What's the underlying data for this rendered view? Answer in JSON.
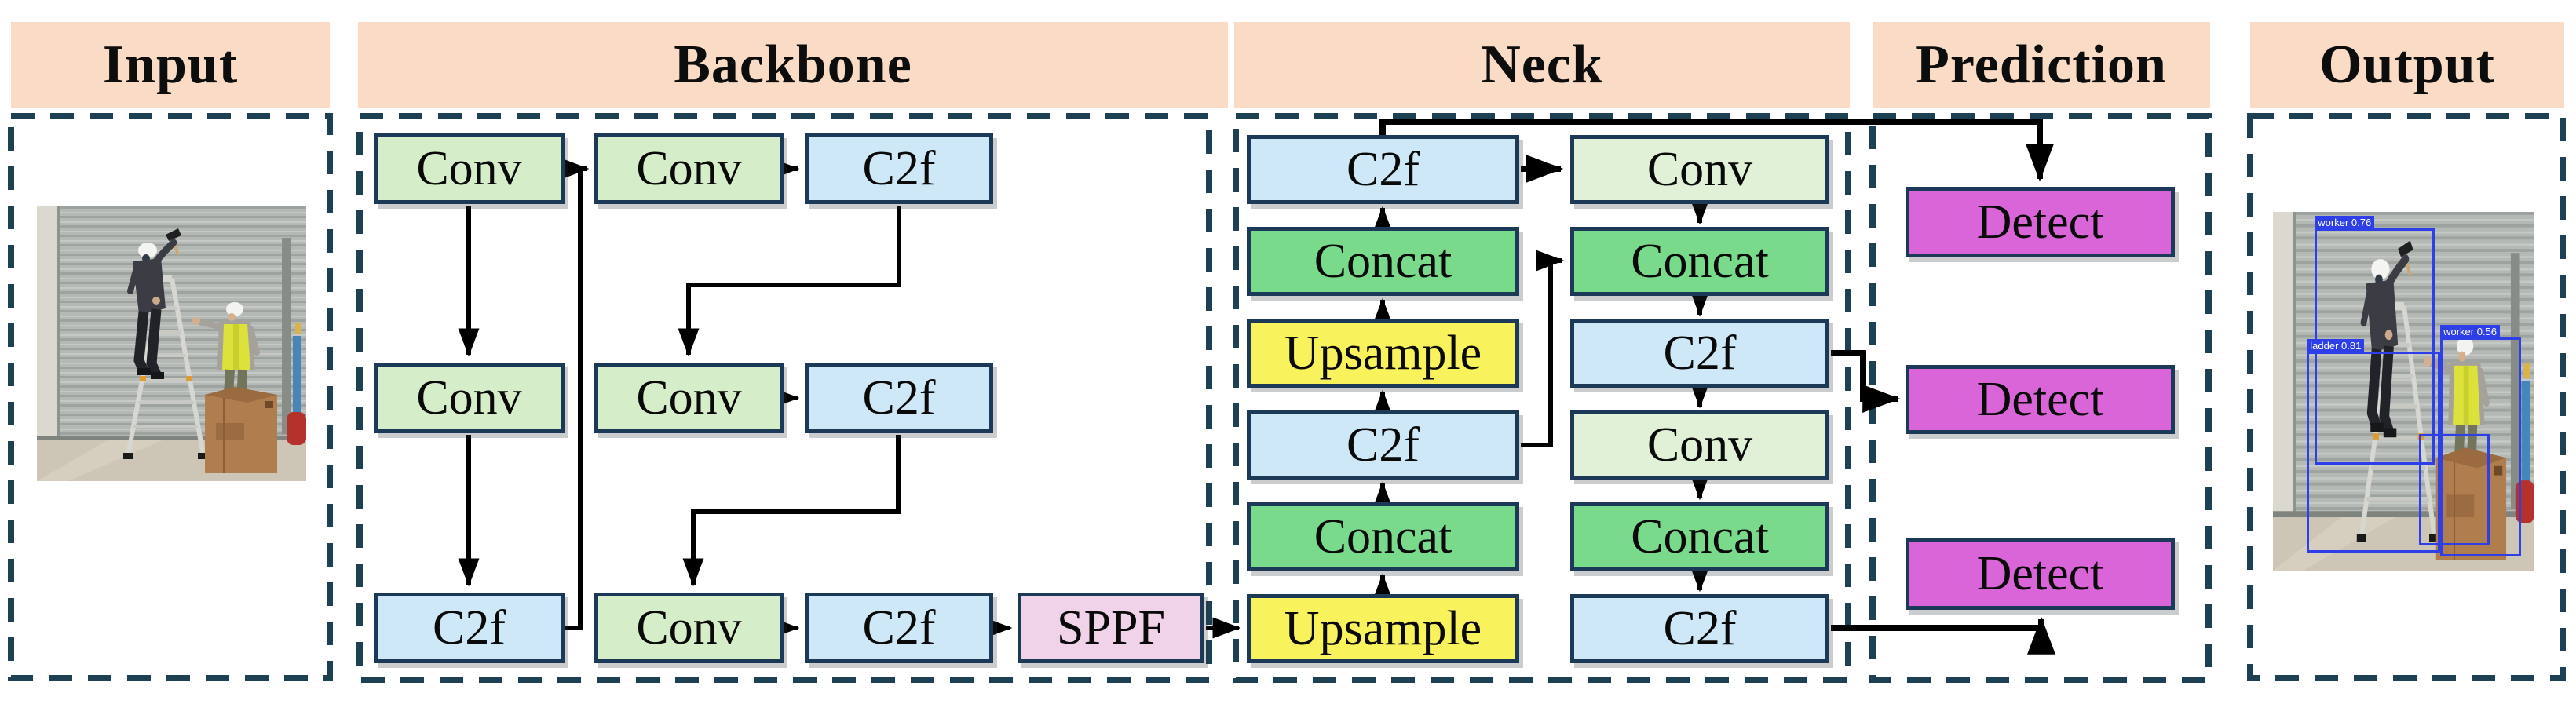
{
  "sections": {
    "input": {
      "title": "Input"
    },
    "backbone": {
      "title": "Backbone",
      "nodes": [
        "Conv",
        "Conv",
        "C2f",
        "Conv",
        "Conv",
        "C2f",
        "C2f",
        "Conv",
        "C2f",
        "SPPF"
      ]
    },
    "neck": {
      "title": "Neck",
      "left_column": [
        "C2f",
        "Concat",
        "Upsample",
        "C2f",
        "Concat",
        "Upsample"
      ],
      "right_column": [
        "Conv",
        "Concat",
        "C2f",
        "Conv",
        "Concat",
        "C2f"
      ]
    },
    "prediction": {
      "title": "Prediction",
      "nodes": [
        "Detect",
        "Detect",
        "Detect"
      ]
    },
    "output": {
      "title": "Output",
      "detections": [
        {
          "label": "worker 0.76"
        },
        {
          "label": "worker 0.56"
        },
        {
          "label": "ladder 0.81"
        }
      ]
    }
  },
  "colors": {
    "header_bg": "#fadcc6",
    "conv": "#d6edca",
    "conv_light": "#e0f1d8",
    "c2f": "#cfe8f7",
    "concat": "#79da8c",
    "upsample": "#f8f25c",
    "sppf": "#f0d3e8",
    "detect": "#d965d9",
    "node_border": "#1c3a58",
    "dashed_border": "#1d4152",
    "bbox_blue": "#2f3fe8"
  }
}
